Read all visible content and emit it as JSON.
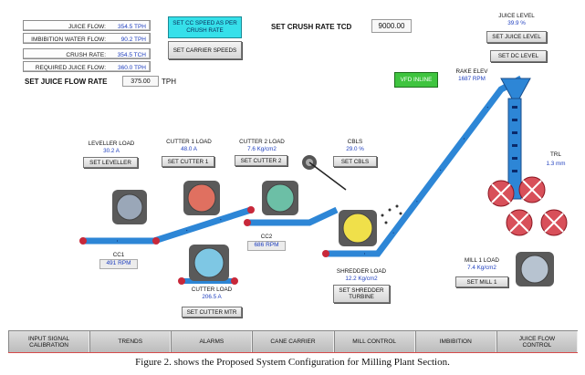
{
  "top_readouts": [
    {
      "label": "JUICE FLOW:",
      "value": "354.5 TPH"
    },
    {
      "label": "IMBIBITION WATER FLOW:",
      "value": "90.2 TPH"
    },
    {
      "label": "CRUSH RATE:",
      "value": "354.5 TCH"
    },
    {
      "label": "REQUIRED JUICE FLOW:",
      "value": "360.0 TPH"
    }
  ],
  "set_cc_speed": "SET CC SPEED AS PER CRUSH RATE",
  "set_carrier_speeds": "SET CARRIER SPEEDS",
  "set_crush_rate": {
    "label": "SET CRUSH RATE TCD",
    "value": "9000.00"
  },
  "set_juice_flow": {
    "label": "SET JUICE FLOW RATE",
    "value": "375.00",
    "unit": "TPH"
  },
  "juice_level": {
    "label": "JUICE LEVEL",
    "value": "39.9 %",
    "button": "SET JUICE LEVEL"
  },
  "set_dc_level": "SET DC LEVEL",
  "vfd_inline": "VFD INLINE",
  "rake_elev": {
    "label": "RAKE ELEV",
    "value": "1687 RPM"
  },
  "leveller": {
    "label": "LEVELLER LOAD",
    "value": "30.2 A",
    "button": "SET LEVELLER"
  },
  "cutter1": {
    "label": "CUTTER 1 LOAD",
    "value": "48.0 A",
    "button": "SET CUTTER 1"
  },
  "cutter2": {
    "label": "CUTTER 2 LOAD",
    "value": "7.6 Kg/cm2",
    "button": "SET CUTTER 2"
  },
  "cbls": {
    "label": "CBLS",
    "value": "29.0 %",
    "button": "SET CBLS"
  },
  "trl": {
    "label": "TRL",
    "value": "1.3 mm"
  },
  "cc1": {
    "label": "CC1",
    "value": "491 RPM"
  },
  "cc2": {
    "label": "CC2",
    "value": "686 RPM"
  },
  "cutter_load": {
    "label": "CUTTER LOAD",
    "value": "206.5 A",
    "button": "SET CUTTER MTR"
  },
  "shredder": {
    "label": "SHREDDER LOAD",
    "value": "12.2 Kg/cm2",
    "button": "SET SHREDDER TURBINE"
  },
  "mill1": {
    "label": "MILL 1 LOAD",
    "value": "7.4 Kg/cm2",
    "button": "SET MILL 1"
  },
  "nav": [
    "INPUT SIGNAL\nCALIBRATION",
    "TRENDS",
    "ALARMS",
    "CANE CARRIER",
    "MILL CONTROL",
    "IMBIBITION",
    "JUICE FLOW\nCONTROL"
  ],
  "caption": "Figure 2. shows the Proposed System Configuration for Milling Plant Section.",
  "colors": {
    "conveyor": "#2d86d6",
    "accent": "#36e0ea",
    "vfd": "#3fc43f",
    "value_text": "#1f3fbf"
  }
}
